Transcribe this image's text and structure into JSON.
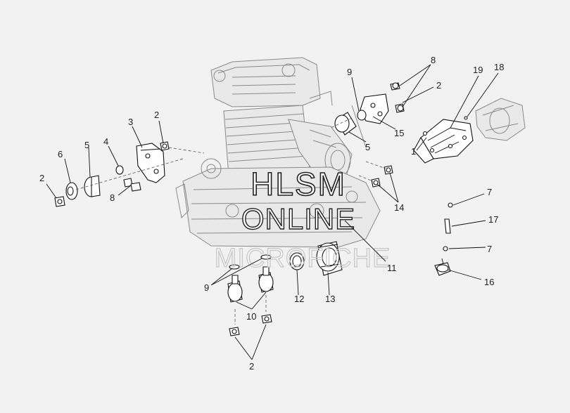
{
  "watermark": {
    "line1": "HLSM",
    "line2": "ONLINE",
    "line3": "MICROFICHE"
  },
  "callouts": [
    {
      "id": "c8-top",
      "text": "8"
    },
    {
      "id": "c19",
      "text": "19"
    },
    {
      "id": "c18",
      "text": "18"
    },
    {
      "id": "c9-top",
      "text": "9"
    },
    {
      "id": "c2-top-right",
      "text": "2"
    },
    {
      "id": "c15",
      "text": "15"
    },
    {
      "id": "c1",
      "text": "1"
    },
    {
      "id": "c5-right",
      "text": "5"
    },
    {
      "id": "c2-left-top",
      "text": "2"
    },
    {
      "id": "c3",
      "text": "3"
    },
    {
      "id": "c5-left",
      "text": "5"
    },
    {
      "id": "c4",
      "text": "4"
    },
    {
      "id": "c6",
      "text": "6"
    },
    {
      "id": "c2-far-left",
      "text": "2"
    },
    {
      "id": "c8-left",
      "text": "8"
    },
    {
      "id": "c14",
      "text": "14"
    },
    {
      "id": "c7-top",
      "text": "7"
    },
    {
      "id": "c17",
      "text": "17"
    },
    {
      "id": "c7-bottom",
      "text": "7"
    },
    {
      "id": "c11",
      "text": "11"
    },
    {
      "id": "c16",
      "text": "16"
    },
    {
      "id": "c9-bottom",
      "text": "9"
    },
    {
      "id": "c12",
      "text": "12"
    },
    {
      "id": "c13",
      "text": "13"
    },
    {
      "id": "c10",
      "text": "10"
    },
    {
      "id": "c2-bottom",
      "text": "2"
    }
  ]
}
